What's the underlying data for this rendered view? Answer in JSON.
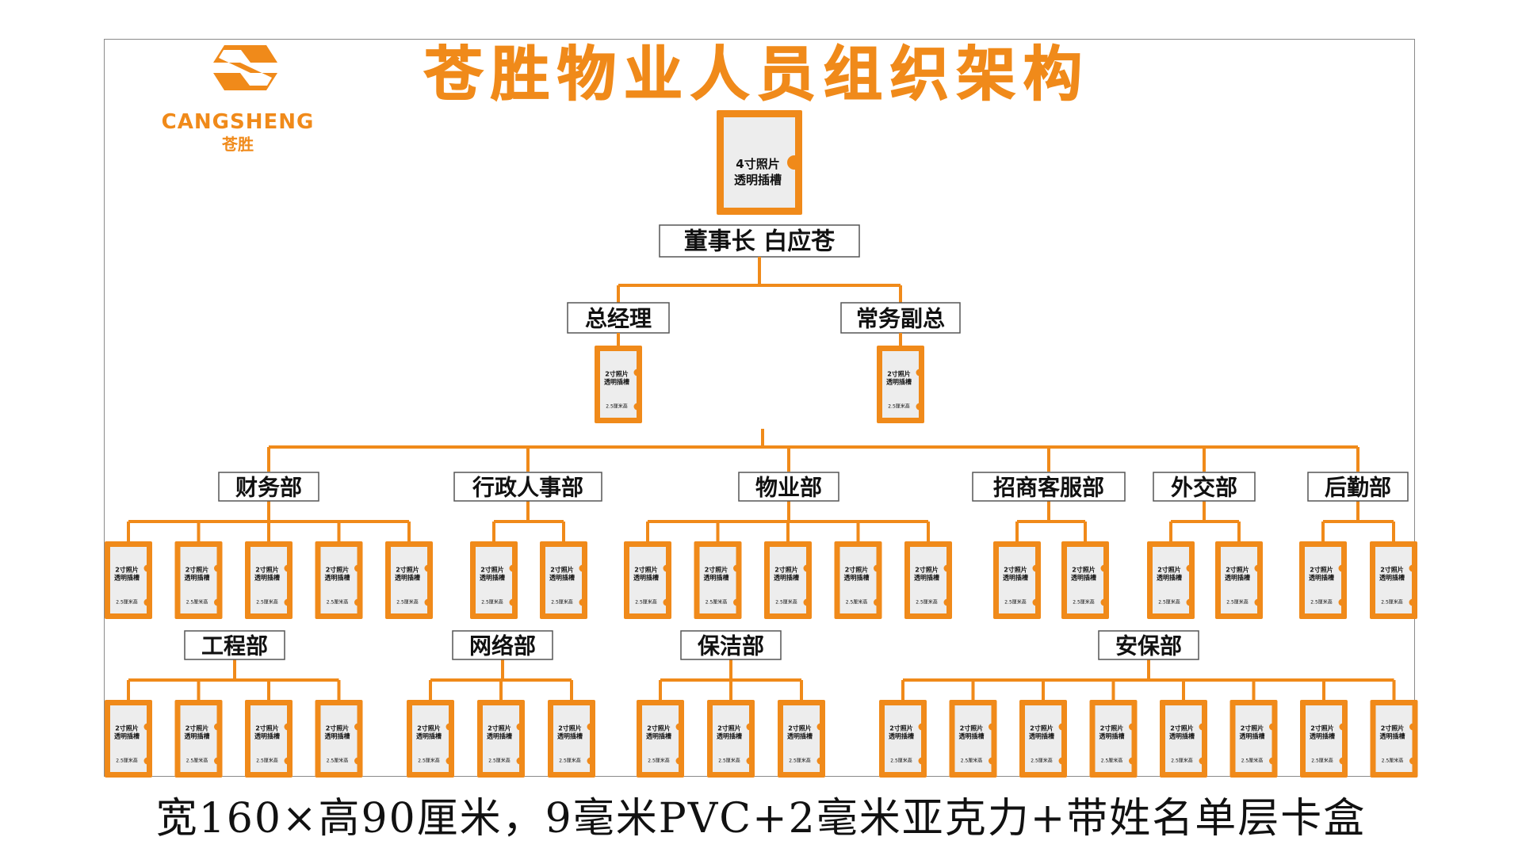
{
  "title": "苍胜物业人员组织架构",
  "logo": {
    "brand_en": "CANGSHENG",
    "brand_cn": "苍胜",
    "icon": "cangsheng-s-logo-icon"
  },
  "chairman": {
    "label": "董事长  白应苍",
    "photo_line1": "4寸照片",
    "photo_line2": "透明插槽"
  },
  "small_photo": {
    "line1": "2寸照片",
    "line2": "透明插槽",
    "size_note": "2.5厘米高"
  },
  "executives": [
    "总经理",
    "常务副总"
  ],
  "departments_row1": [
    {
      "name": "财务部",
      "slots": 5
    },
    {
      "name": "行政人事部",
      "slots": 2
    },
    {
      "name": "物业部",
      "slots": 5
    },
    {
      "name": "招商客服部",
      "slots": 2
    },
    {
      "name": "外交部",
      "slots": 2
    },
    {
      "name": "后勤部",
      "slots": 2
    }
  ],
  "departments_row2": [
    {
      "name": "工程部",
      "slots": 4
    },
    {
      "name": "网络部",
      "slots": 3
    },
    {
      "name": "保洁部",
      "slots": 3
    },
    {
      "name": "安保部",
      "slots": 8
    }
  ],
  "caption": "宽160×高90厘米，9毫米PVC+2毫米亚克力+带姓名单层卡盒",
  "colors": {
    "accent": "#F08A1A",
    "line": "#F08A1A",
    "label_border": "#555555",
    "photo_inner": "#EDEDED",
    "text": "#111111"
  }
}
